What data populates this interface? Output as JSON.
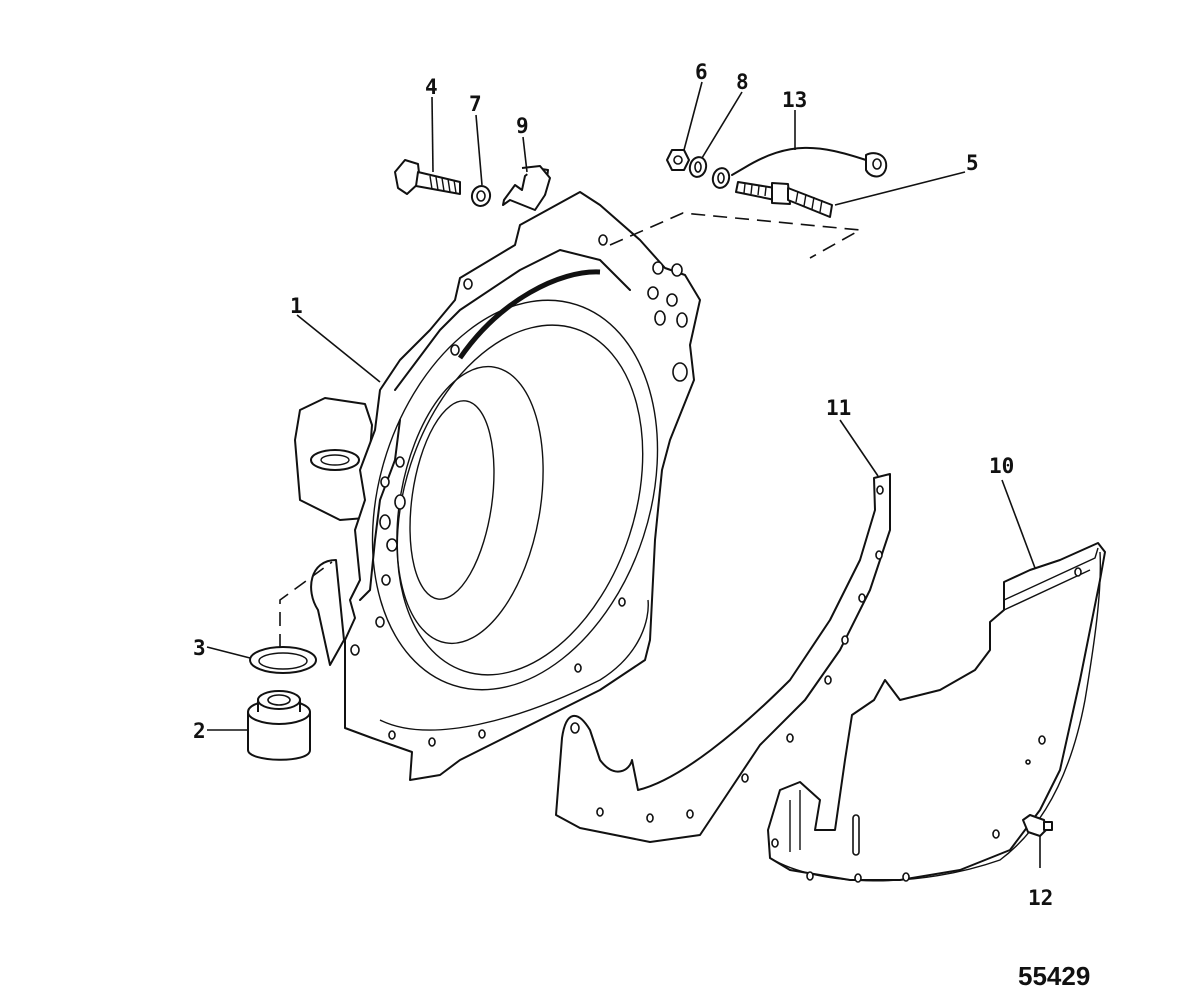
{
  "callouts": {
    "c1": "1",
    "c2": "2",
    "c3": "3",
    "c4": "4",
    "c5": "5",
    "c6": "6",
    "c7": "7",
    "c8": "8",
    "c9": "9",
    "c10": "10",
    "c11": "11",
    "c12": "12",
    "c13": "13"
  },
  "figure_number": "55429"
}
